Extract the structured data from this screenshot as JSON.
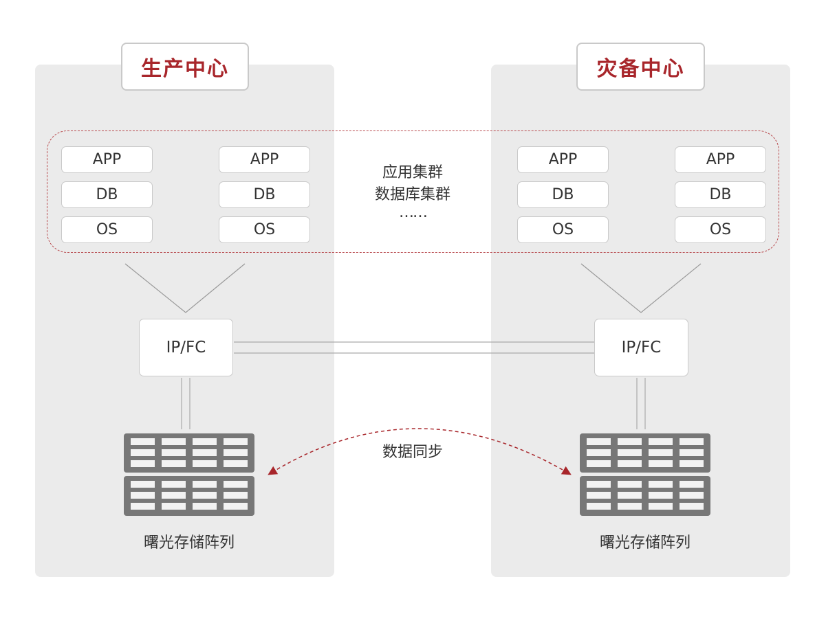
{
  "centers": {
    "production": {
      "title": "生产中心"
    },
    "disaster_recovery": {
      "title": "灾备中心"
    }
  },
  "stack_labels": {
    "app": "APP",
    "db": "DB",
    "os": "OS"
  },
  "cluster_note": {
    "line1": "应用集群",
    "line2": "数据库集群",
    "line3": "……"
  },
  "switch_label": "IP/FC",
  "storage_label": "曙光存储阵列",
  "sync_label": "数据同步",
  "colors": {
    "accent": "#a8262b",
    "panel": "#ebebeb",
    "border": "#c9c9c9",
    "storage": "#777777"
  }
}
